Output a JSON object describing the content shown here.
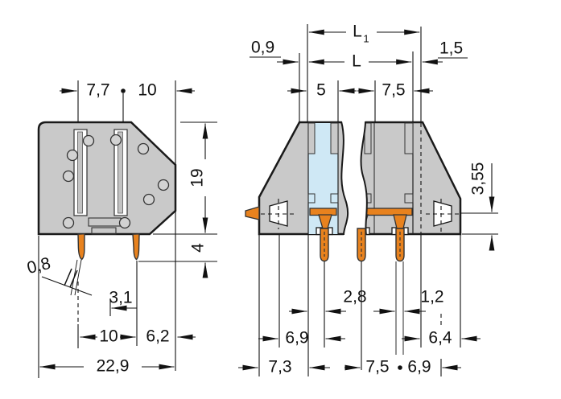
{
  "drawing": {
    "title": "terminal-block-dimensional-drawing",
    "colors": {
      "body_gray": "#c9c9c9",
      "pole_blue": "#cfe8f5",
      "conductor_orange": "#e8821e",
      "line_black": "#111111"
    },
    "dims": {
      "top_width_left": "7,7",
      "top_width_right": "10",
      "body_height": "19",
      "pin_protrusion": "4",
      "pin_thickness": "0,8",
      "dim_3_1": "3,1",
      "dim_10": "10",
      "dim_6_2": "6,2",
      "total_width": "22,9",
      "l1": "L",
      "l1_sub": "1",
      "l": "L",
      "end_offset_left": "0,9",
      "end_offset_right": "1,5",
      "pole_width": "5",
      "pole_pitch": "7,5",
      "clamp_center_height": "3,55",
      "pin_offset": "2,8",
      "pin_width_front": "1,2",
      "dim_6_9_left": "6,9",
      "dim_6_4": "6,4",
      "dim_7_3": "7,3",
      "dim_7_5_bottom": "7,5",
      "dim_6_9_right": "6,9"
    }
  }
}
